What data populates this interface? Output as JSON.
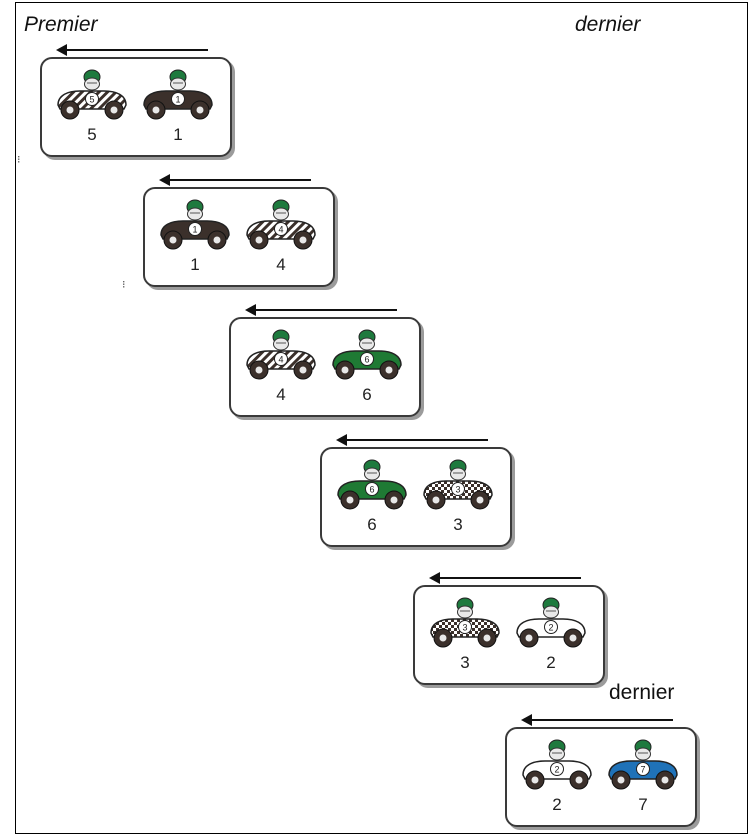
{
  "header": {
    "left": "Premier",
    "right": "dernier"
  },
  "side_label": "dernier",
  "colors": {
    "helmet": "#1e7a3e",
    "black_car": "#3b302b",
    "green_car": "#1f7a34",
    "blue_car": "#1f72b8",
    "white_car": "#ffffff",
    "frame": "#000000"
  },
  "cards": [
    {
      "left": {
        "number": "5",
        "style": "striped"
      },
      "right": {
        "number": "1",
        "style": "black"
      }
    },
    {
      "left": {
        "number": "1",
        "style": "black"
      },
      "right": {
        "number": "4",
        "style": "striped"
      }
    },
    {
      "left": {
        "number": "4",
        "style": "striped"
      },
      "right": {
        "number": "6",
        "style": "green"
      }
    },
    {
      "left": {
        "number": "6",
        "style": "green"
      },
      "right": {
        "number": "3",
        "style": "checkered"
      }
    },
    {
      "left": {
        "number": "3",
        "style": "checkered"
      },
      "right": {
        "number": "2",
        "style": "white"
      }
    },
    {
      "left": {
        "number": "2",
        "style": "white"
      },
      "right": {
        "number": "7",
        "style": "blue"
      }
    }
  ]
}
